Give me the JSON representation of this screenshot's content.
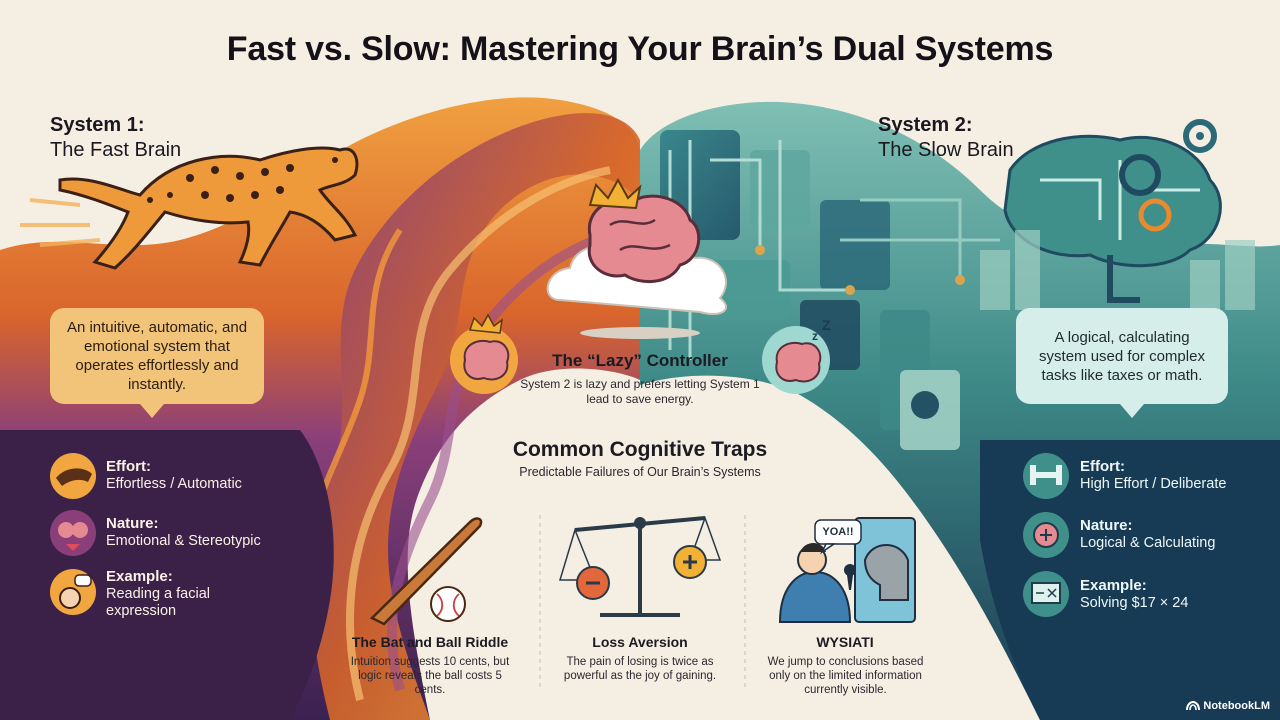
{
  "title": "Fast vs. Slow: Mastering Your Brain’s Dual Systems",
  "system1": {
    "heading": "System 1:",
    "subheading": "The Fast Brain",
    "description": "An intuitive, automatic, and emotional system that operates effortlessly and instantly.",
    "traits": [
      {
        "label": "Effort:",
        "value": "Effortless / Automatic",
        "icon": "cheetah-icon"
      },
      {
        "label": "Nature:",
        "value": "Emotional & Stereotypic",
        "icon": "brain-heart-icon"
      },
      {
        "label": "Example:",
        "value": "Reading a facial expression",
        "icon": "face-speech-icon"
      }
    ]
  },
  "system2": {
    "heading": "System 2:",
    "subheading": "The Slow Brain",
    "description": "A logical, calculating system used for complex tasks like taxes or math.",
    "traits": [
      {
        "label": "Effort:",
        "value": "High Effort / Deliberate",
        "icon": "dumbbell-icon"
      },
      {
        "label": "Nature:",
        "value": "Logical & Calculating",
        "icon": "circuit-brain-icon"
      },
      {
        "label": "Example:",
        "value": "Solving $17 × 24",
        "icon": "chalkboard-icon"
      }
    ]
  },
  "lazy_controller": {
    "title": "The “Lazy” Controller",
    "description": "System 2 is lazy and prefers letting System 1 lead to save energy."
  },
  "traps": {
    "title": "Common Cognitive Traps",
    "subtitle": "Predictable Failures of Our Brain’s Systems",
    "items": [
      {
        "name": "The Bat and Ball Riddle",
        "description": "Intuition suggests 10 cents, but logic reveals the ball costs 5 cents."
      },
      {
        "name": "Loss Aversion",
        "description": "The pain of losing is twice as powerful as the joy of gaining."
      },
      {
        "name": "WYSIATI",
        "description": "We jump to conclusions based only on the limited information currently visible.",
        "speech": "YOA!!"
      }
    ]
  },
  "brand": "NotebookLM",
  "colors": {
    "background": "#f5efe3",
    "fast_orange": "#e98a2e",
    "fast_purple": "#5a2d6e",
    "slow_teal": "#3f8f8a",
    "slow_navy": "#1f3f56"
  }
}
